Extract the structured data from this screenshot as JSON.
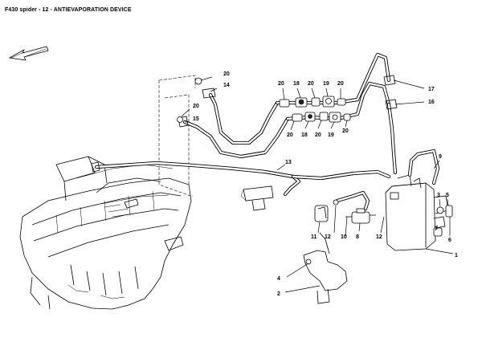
{
  "title": "F430 spider - 12 - ANTIEVAPORATION DEVICE",
  "callouts": {
    "c1": "1",
    "c2": "2",
    "c3": "3",
    "c4": "4",
    "c5": "5",
    "c6": "6",
    "c7": "7",
    "c8": "8",
    "c9": "9",
    "c10": "10",
    "c11": "11",
    "c12a": "12",
    "c12b": "12",
    "c13": "13",
    "c14": "14",
    "c15": "15",
    "c16": "16",
    "c17": "17",
    "c18a": "18",
    "c18b": "18",
    "c19a": "19",
    "c19b": "19",
    "c20a": "20",
    "c20b": "20",
    "c20c": "20",
    "c20d": "20",
    "c20e": "20",
    "c20f": "20",
    "c20g": "20",
    "c20h": "20"
  },
  "icons": {
    "direction_arrow": "forward-direction-arrow-icon"
  }
}
